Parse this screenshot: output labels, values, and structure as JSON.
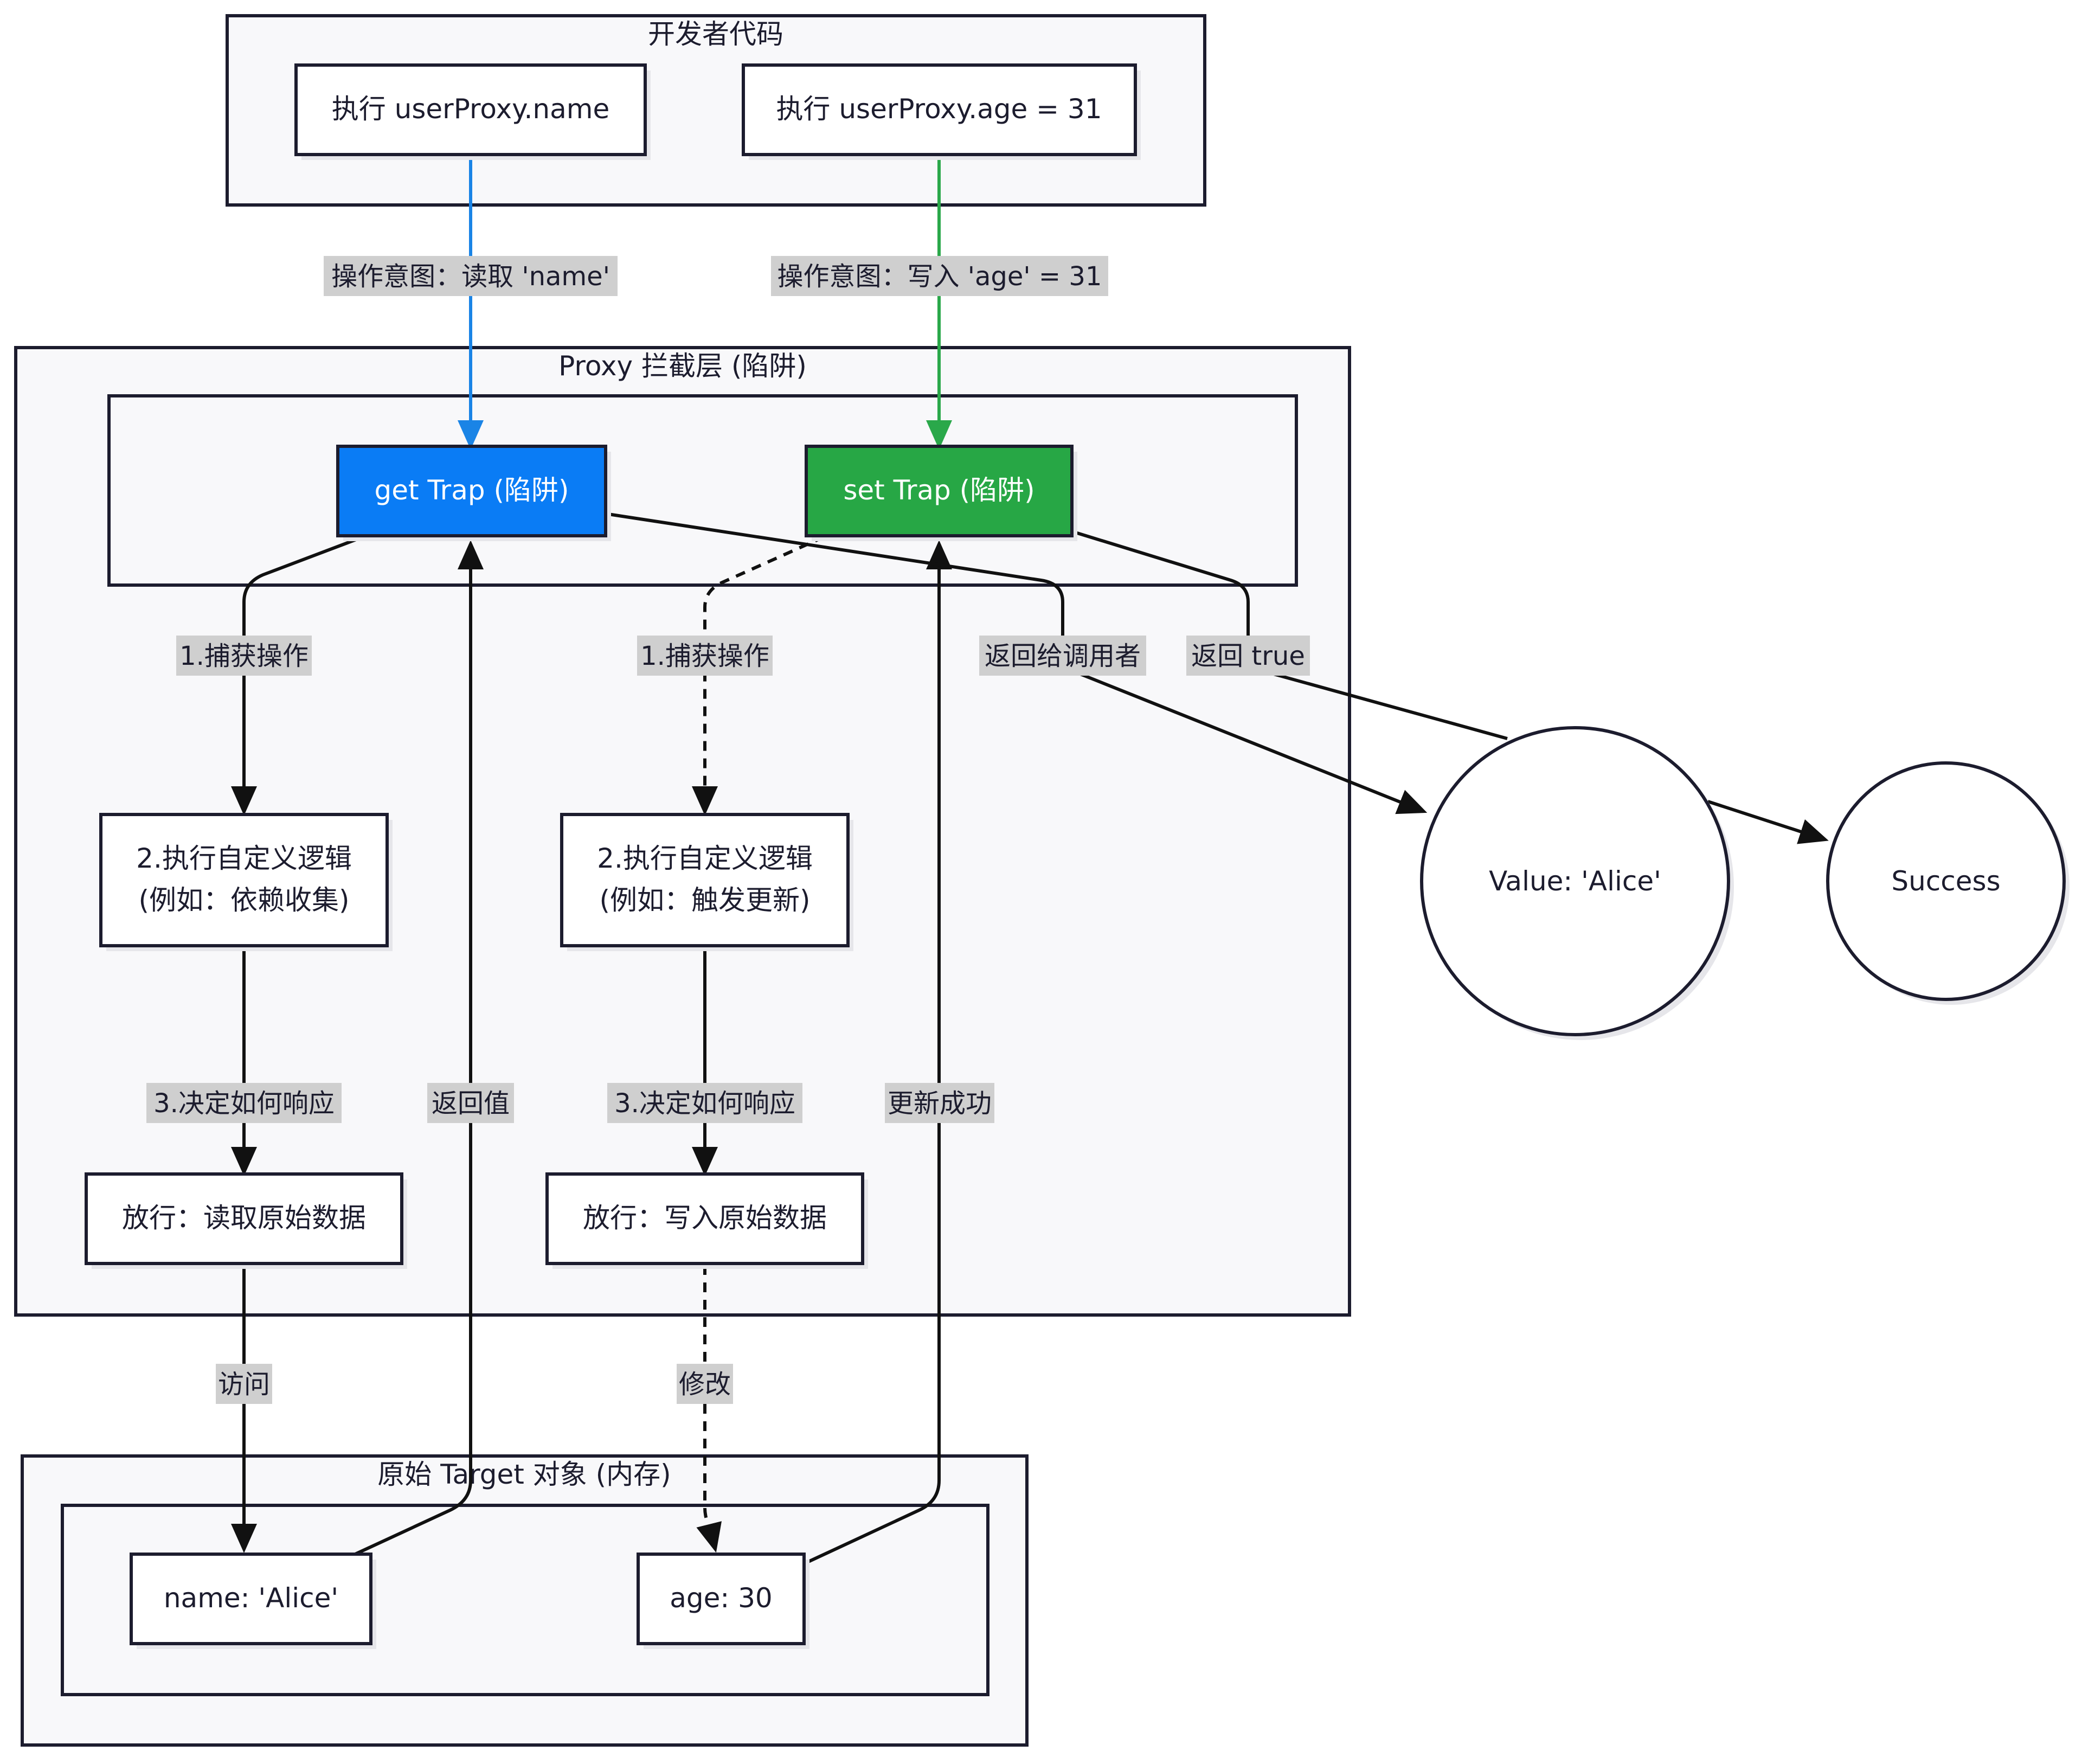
{
  "colors": {
    "get_trap": "#0a7cf5",
    "set_trap": "#27a745",
    "get_arrow": "#1a84e6",
    "set_arrow": "#2aa84a",
    "edge": "#111111",
    "cluster_fill": "#f8f8fa",
    "label_bg": "#cfcfcf"
  },
  "clusters": {
    "developer": "开发者代码",
    "proxy": "Proxy 拦截层 (陷阱)",
    "target": "原始 Target 对象 (内存)"
  },
  "nodes": {
    "read_exec": "执行 userProxy.name",
    "write_exec": "执行 userProxy.age = 31",
    "get_trap": "get Trap (陷阱)",
    "set_trap": "set Trap (陷阱)",
    "get_logic_line1": "2.执行自定义逻辑",
    "get_logic_line2": "(例如：依赖收集)",
    "set_logic_line1": "2.执行自定义逻辑",
    "set_logic_line2": "(例如：触发更新)",
    "get_pass": "放行：读取原始数据",
    "set_pass": "放行：写入原始数据",
    "name_prop": "name: 'Alice'",
    "age_prop": "age: 30",
    "value_result": "Value: 'Alice'",
    "success_result": "Success"
  },
  "edge_labels": {
    "read_intent": "操作意图：读取 'name'",
    "write_intent": "操作意图：写入 'age' = 31",
    "get_capture": "1.捕获操作",
    "set_capture": "1.捕获操作",
    "get_decide": "3.决定如何响应",
    "set_decide": "3.决定如何响应",
    "return_value": "返回值",
    "update_success": "更新成功",
    "return_to_caller": "返回给调用者",
    "return_true": "返回 true",
    "access": "访问",
    "modify": "修改"
  }
}
